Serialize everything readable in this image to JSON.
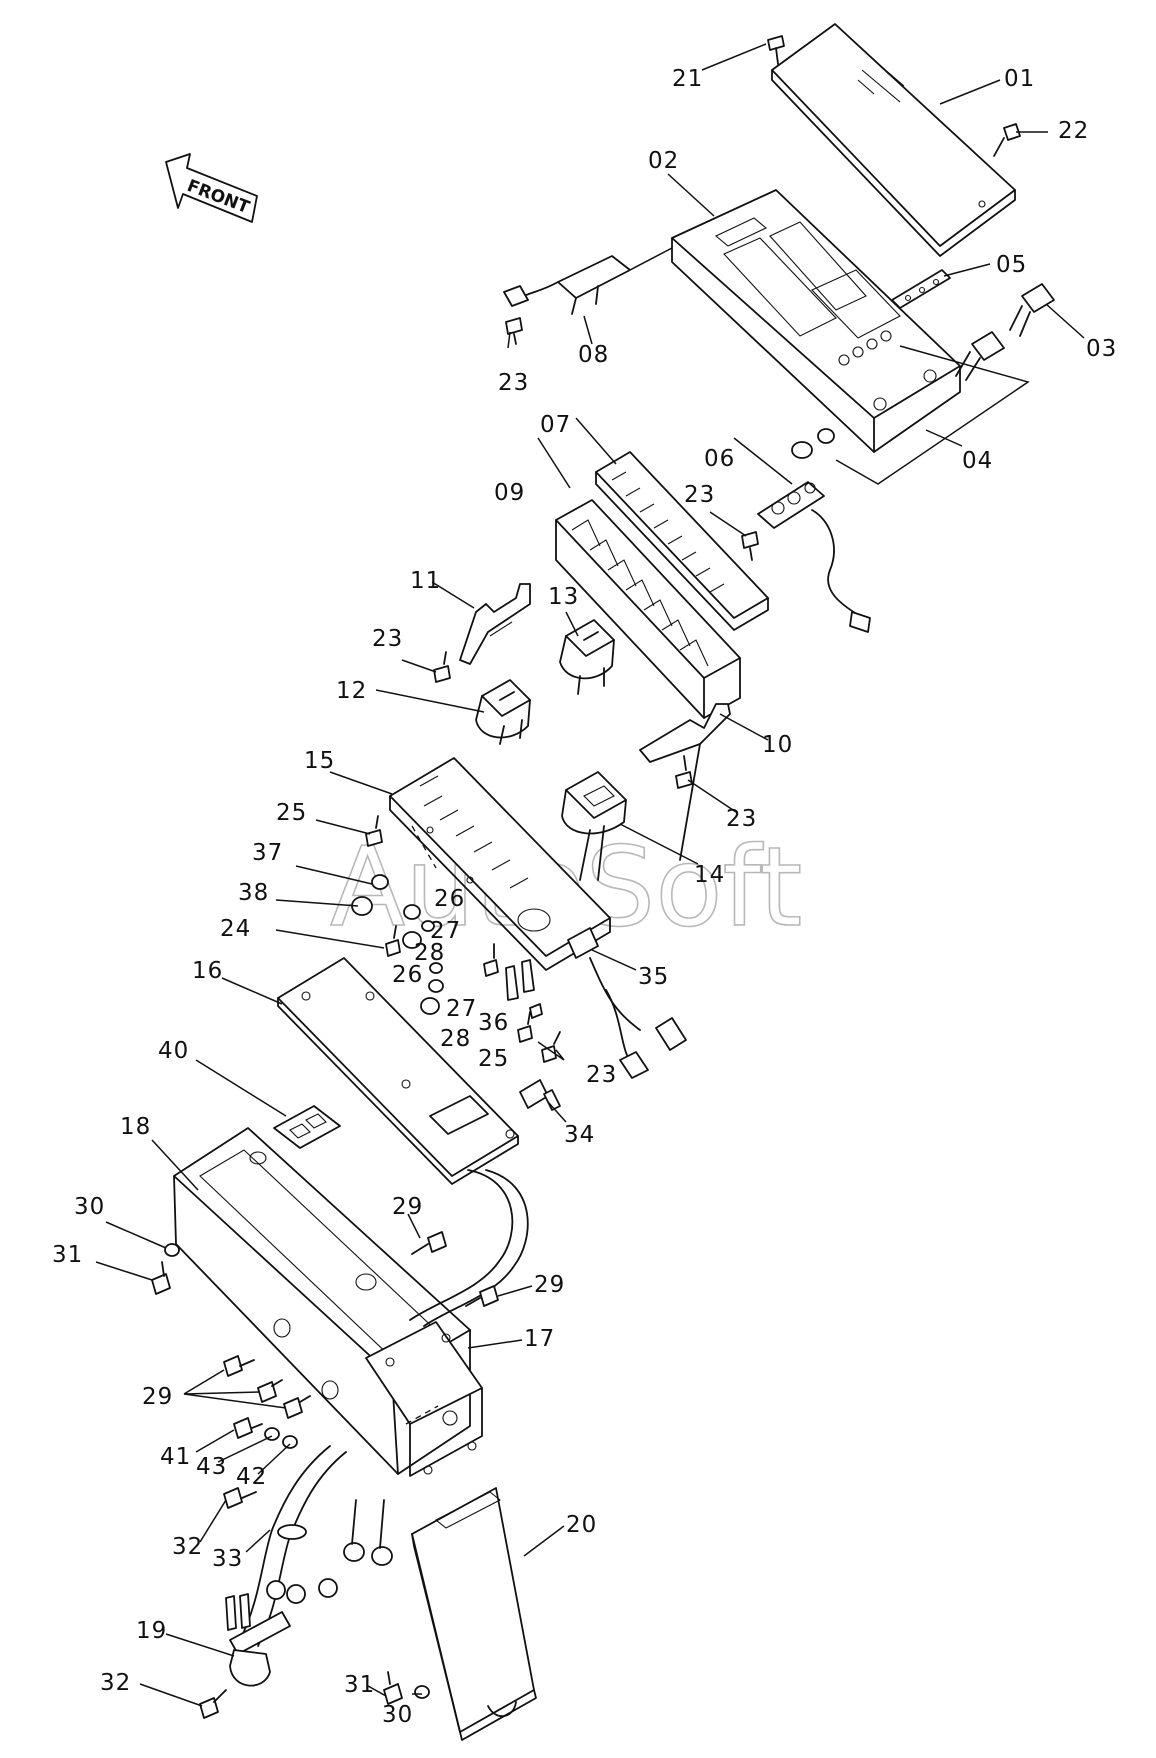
{
  "front_label": "FRONT",
  "watermark": "AutoSoft",
  "callouts": [
    {
      "id": "01",
      "text": "01"
    },
    {
      "id": "02",
      "text": "02"
    },
    {
      "id": "03",
      "text": "03"
    },
    {
      "id": "04",
      "text": "04"
    },
    {
      "id": "05",
      "text": "05"
    },
    {
      "id": "06",
      "text": "06"
    },
    {
      "id": "07",
      "text": "07"
    },
    {
      "id": "08",
      "text": "08"
    },
    {
      "id": "09",
      "text": "09"
    },
    {
      "id": "10",
      "text": "10"
    },
    {
      "id": "11",
      "text": "11"
    },
    {
      "id": "12",
      "text": "12"
    },
    {
      "id": "13",
      "text": "13"
    },
    {
      "id": "14",
      "text": "14"
    },
    {
      "id": "15",
      "text": "15"
    },
    {
      "id": "16",
      "text": "16"
    },
    {
      "id": "17",
      "text": "17"
    },
    {
      "id": "18",
      "text": "18"
    },
    {
      "id": "19",
      "text": "19"
    },
    {
      "id": "20",
      "text": "20"
    },
    {
      "id": "21",
      "text": "21"
    },
    {
      "id": "22",
      "text": "22"
    },
    {
      "id": "23a",
      "text": "23"
    },
    {
      "id": "23b",
      "text": "23"
    },
    {
      "id": "23c",
      "text": "23"
    },
    {
      "id": "23d",
      "text": "23"
    },
    {
      "id": "23e",
      "text": "23"
    },
    {
      "id": "24",
      "text": "24"
    },
    {
      "id": "25a",
      "text": "25"
    },
    {
      "id": "25b",
      "text": "25"
    },
    {
      "id": "26a",
      "text": "26"
    },
    {
      "id": "26b",
      "text": "26"
    },
    {
      "id": "27a",
      "text": "27"
    },
    {
      "id": "27b",
      "text": "27"
    },
    {
      "id": "28a",
      "text": "28"
    },
    {
      "id": "28b",
      "text": "28"
    },
    {
      "id": "29a",
      "text": "29"
    },
    {
      "id": "29b",
      "text": "29"
    },
    {
      "id": "29c",
      "text": "29"
    },
    {
      "id": "30a",
      "text": "30"
    },
    {
      "id": "30b",
      "text": "30"
    },
    {
      "id": "31a",
      "text": "31"
    },
    {
      "id": "31b",
      "text": "31"
    },
    {
      "id": "32a",
      "text": "32"
    },
    {
      "id": "32b",
      "text": "32"
    },
    {
      "id": "33",
      "text": "33"
    },
    {
      "id": "34",
      "text": "34"
    },
    {
      "id": "35",
      "text": "35"
    },
    {
      "id": "36",
      "text": "36"
    },
    {
      "id": "37",
      "text": "37"
    },
    {
      "id": "38",
      "text": "38"
    },
    {
      "id": "40",
      "text": "40"
    },
    {
      "id": "41",
      "text": "41"
    },
    {
      "id": "42",
      "text": "42"
    },
    {
      "id": "43",
      "text": "43"
    }
  ]
}
